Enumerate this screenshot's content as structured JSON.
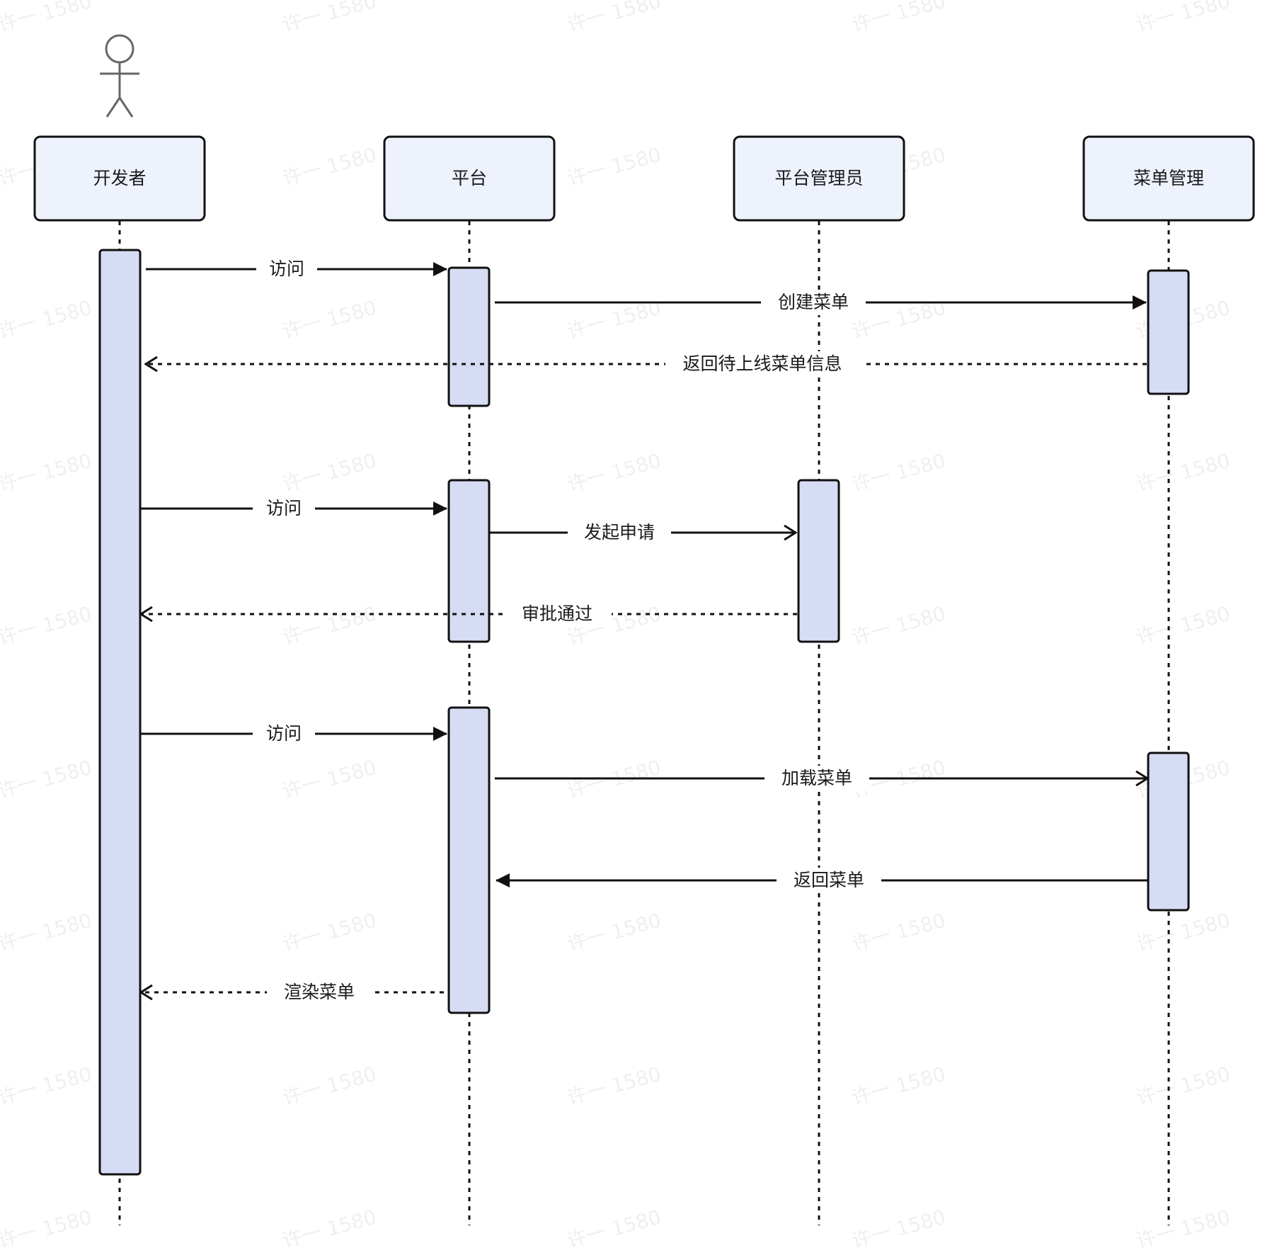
{
  "participants": [
    {
      "id": "dev",
      "label": "开发者"
    },
    {
      "id": "platform",
      "label": "平台"
    },
    {
      "id": "admin",
      "label": "平台管理员"
    },
    {
      "id": "menu",
      "label": "菜单管理"
    }
  ],
  "messages": [
    {
      "id": "m1",
      "from": "dev",
      "to": "platform",
      "label": "访问",
      "style": "solid",
      "arrow": "filled"
    },
    {
      "id": "m2",
      "from": "platform",
      "to": "menu",
      "label": "创建菜单",
      "style": "solid",
      "arrow": "filled"
    },
    {
      "id": "m3",
      "from": "menu",
      "to": "dev",
      "label": "返回待上线菜单信息",
      "style": "dashed",
      "arrow": "open"
    },
    {
      "id": "m4",
      "from": "dev",
      "to": "platform",
      "label": "访问",
      "style": "solid",
      "arrow": "filled"
    },
    {
      "id": "m5",
      "from": "platform",
      "to": "admin",
      "label": "发起申请",
      "style": "solid",
      "arrow": "open"
    },
    {
      "id": "m6",
      "from": "admin",
      "to": "dev",
      "label": "审批通过",
      "style": "dashed",
      "arrow": "open"
    },
    {
      "id": "m7",
      "from": "dev",
      "to": "platform",
      "label": "访问",
      "style": "solid",
      "arrow": "filled"
    },
    {
      "id": "m8",
      "from": "platform",
      "to": "menu",
      "label": "加载菜单",
      "style": "solid",
      "arrow": "open"
    },
    {
      "id": "m9",
      "from": "menu",
      "to": "platform",
      "label": "返回菜单",
      "style": "solid",
      "arrow": "filled"
    },
    {
      "id": "m10",
      "from": "platform",
      "to": "dev",
      "label": "渲染菜单",
      "style": "dashed",
      "arrow": "open"
    }
  ],
  "watermark": {
    "text": "许一 1580"
  },
  "colors": {
    "participant_fill": "#eef2fd",
    "activation_fill": "#d6dcf4",
    "stroke": "#111111",
    "actor_stroke": "#666666"
  }
}
